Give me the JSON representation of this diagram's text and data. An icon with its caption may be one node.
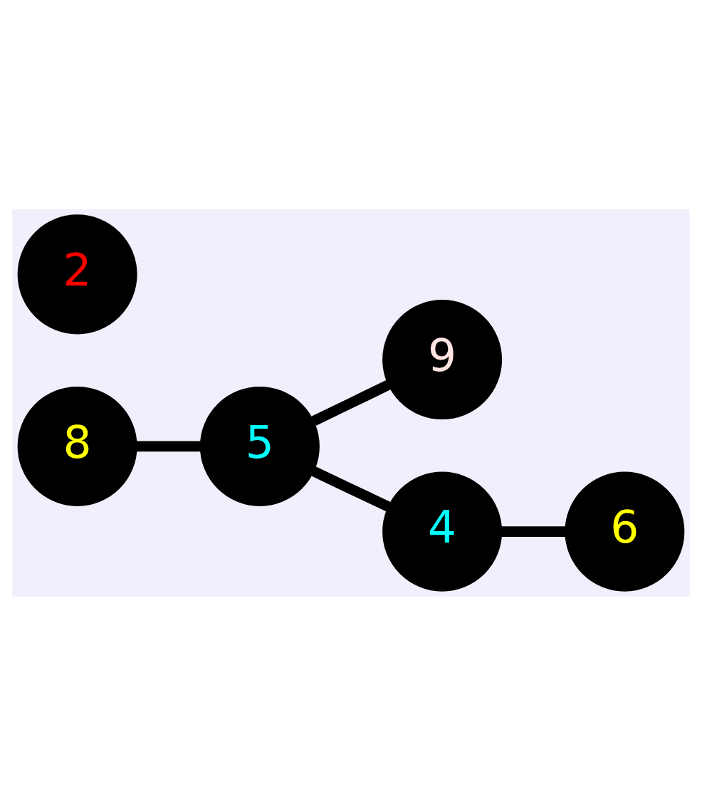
{
  "diagram": {
    "nodes": [
      {
        "text": [
          "8"
        ]
      },
      {
        "text": [
          "5"
        ]
      },
      {
        "text": [
          "9"
        ]
      },
      {
        "text": [
          "2"
        ]
      },
      {
        "text": [
          "4"
        ]
      },
      {
        "text": [
          "6"
        ]
      }
    ],
    "edges": [
      {
        "from": 0,
        "to": 1,
        "arrow": "none"
      },
      {
        "from": 1,
        "to": 2,
        "arrow": "none"
      },
      {
        "from": 1,
        "to": 4,
        "arrow": "none"
      },
      {
        "from": 4,
        "to": 5,
        "arrow": "none"
      }
    ]
  }
}
